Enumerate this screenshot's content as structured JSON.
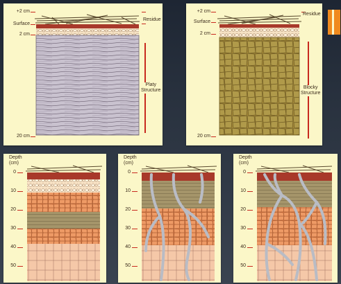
{
  "colors": {
    "panel_bg": "#fbf7c8",
    "residue": "#6b5a3a",
    "surface_red": "#a8392a",
    "pale_crumb": "#fbe6c8",
    "platy_gray": "#c9c2cf",
    "blocky_olive": "#a48a3a",
    "orange": "#e8864f",
    "olive_band": "#a5956a",
    "pink_base": "#f5c8a8",
    "root_gray": "#b9bcc5",
    "marker_red": "#c8281e",
    "accent_orange": "#f08a1e"
  },
  "top_panels": [
    {
      "id": "platy",
      "labels": {
        "plus2": "+2 cm",
        "surface": "Surface",
        "two": "2 cm",
        "twenty": "20 cm",
        "residue": "Residue",
        "structure": "Platy\nStructure"
      }
    },
    {
      "id": "blocky",
      "labels": {
        "plus2": "+2 cm",
        "surface": "Surface",
        "two": "2 cm",
        "twenty": "20 cm",
        "residue": "Residue",
        "structure": "Blocky\nStructure"
      }
    }
  ],
  "bottom_panels": [
    {
      "id": "profile-no-roots",
      "depth_title": "Depth\n(cm)",
      "depth_ticks": [
        "0",
        "10",
        "20",
        "30",
        "40",
        "50"
      ]
    },
    {
      "id": "profile-some-roots",
      "depth_title": "Depth\n(cm)",
      "depth_ticks": [
        "0",
        "10",
        "20",
        "30",
        "40",
        "50"
      ]
    },
    {
      "id": "profile-many-roots",
      "depth_title": "Depth\n(cm)",
      "depth_ticks": [
        "0",
        "10",
        "20",
        "30",
        "40",
        "50"
      ]
    }
  ]
}
